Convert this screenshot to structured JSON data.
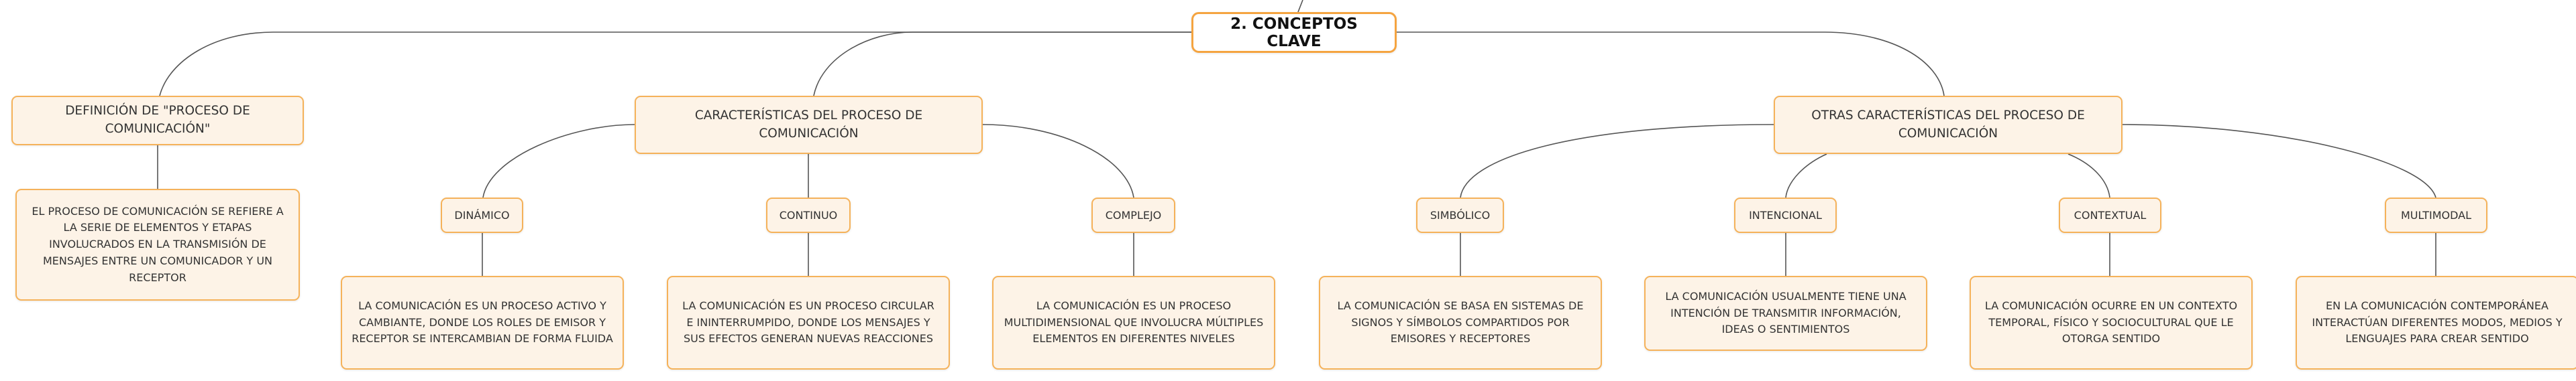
{
  "map": {
    "root": "2. CONCEPTOS CLAVE",
    "definition": {
      "title": "DEFINICIÓN DE \"PROCESO DE COMUNICACIÓN\"",
      "text": "EL PROCESO DE COMUNICACIÓN SE REFIERE A LA SERIE DE ELEMENTOS Y ETAPAS INVOLUCRADOS EN LA TRANSMISIÓN DE MENSAJES ENTRE UN COMUNICADOR Y UN RECEPTOR"
    },
    "characteristics": {
      "title": "CARACTERÍSTICAS DEL PROCESO DE COMUNICACIÓN",
      "items": [
        {
          "label": "DINÁMICO",
          "text": "LA COMUNICACIÓN ES UN PROCESO ACTIVO Y CAMBIANTE, DONDE LOS ROLES DE EMISOR Y RECEPTOR SE INTERCAMBIAN DE FORMA FLUIDA"
        },
        {
          "label": "CONTINUO",
          "text": "LA COMUNICACIÓN ES UN PROCESO CIRCULAR E ININTERRUMPIDO, DONDE LOS MENSAJES Y SUS EFECTOS GENERAN NUEVAS REACCIONES"
        },
        {
          "label": "COMPLEJO",
          "text": "LA COMUNICACIÓN ES UN PROCESO MULTIDIMENSIONAL QUE INVOLUCRA MÚLTIPLES ELEMENTOS EN DIFERENTES NIVELES"
        }
      ]
    },
    "other": {
      "title": "OTRAS CARACTERÍSTICAS DEL PROCESO DE COMUNICACIÓN",
      "items": [
        {
          "label": "SIMBÓLICO",
          "text": "LA COMUNICACIÓN SE BASA EN SISTEMAS DE SIGNOS Y SÍMBOLOS COMPARTIDOS POR EMISORES Y RECEPTORES"
        },
        {
          "label": "INTENCIONAL",
          "text": "LA COMUNICACIÓN USUALMENTE TIENE UNA INTENCIÓN DE TRANSMITIR INFORMACIÓN, IDEAS O SENTIMIENTOS"
        },
        {
          "label": "CONTEXTUAL",
          "text": "LA COMUNICACIÓN OCURRE EN UN CONTEXTO TEMPORAL, FÍSICO Y SOCIOCULTURAL QUE LE OTORGA SENTIDO"
        },
        {
          "label": "MULTIMODAL",
          "text": "EN LA COMUNICACIÓN CONTEMPORÁNEA INTERACTÚAN DIFERENTES MODOS, MEDIOS Y LENGUAJES PARA CREAR SENTIDO"
        }
      ]
    }
  },
  "colors": {
    "node_fill": "#fdf3e7",
    "node_border": "#f5b25a",
    "root_border": "#f5a440",
    "connector": "#555555"
  }
}
